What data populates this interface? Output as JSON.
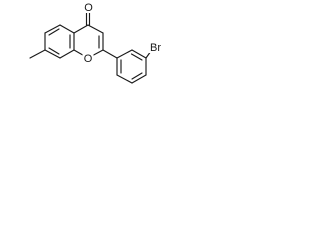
{
  "molecule": {
    "atoms": {
      "carbonyl_oxygen": "O",
      "ring_oxygen": "O",
      "bromine": "Br"
    }
  }
}
